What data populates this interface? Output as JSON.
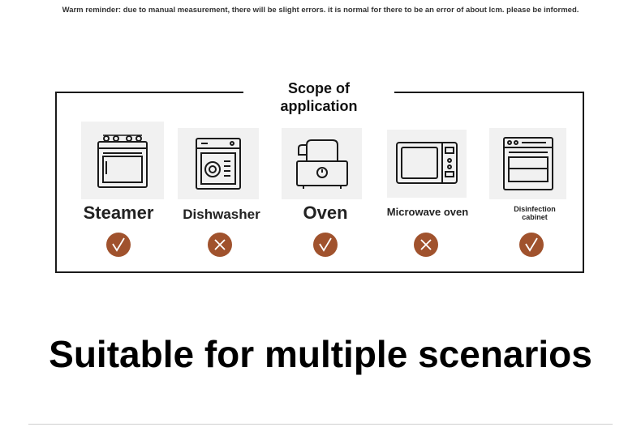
{
  "reminder": "Warm reminder: due to manual measurement, there will be slight errors. it is normal for there to be an error of about lcm. please be informed.",
  "scope_title_line1": "Scope of",
  "scope_title_line2": "application",
  "appliances": [
    {
      "label": "Steamer",
      "icon": "steamer-icon",
      "suitable": true,
      "mark_icon": "check-icon"
    },
    {
      "label": "Dishwasher",
      "icon": "dishwasher-icon",
      "suitable": false,
      "mark_icon": "cross-icon"
    },
    {
      "label": "Oven",
      "icon": "toaster-oven-icon",
      "suitable": true,
      "mark_icon": "check-icon"
    },
    {
      "label": "Microwave oven",
      "icon": "microwave-icon",
      "suitable": false,
      "mark_icon": "cross-icon"
    },
    {
      "label": "Disinfection cabinet",
      "label_line1": "Disinfection",
      "label_line2": "cabinet",
      "icon": "disinfection-cabinet-icon",
      "suitable": true,
      "mark_icon": "check-icon"
    }
  ],
  "headline": "Suitable for multiple scenarios",
  "colors": {
    "mark": "#a0522d",
    "tile": "#f1f1f1",
    "frame": "#1a1a1a"
  }
}
